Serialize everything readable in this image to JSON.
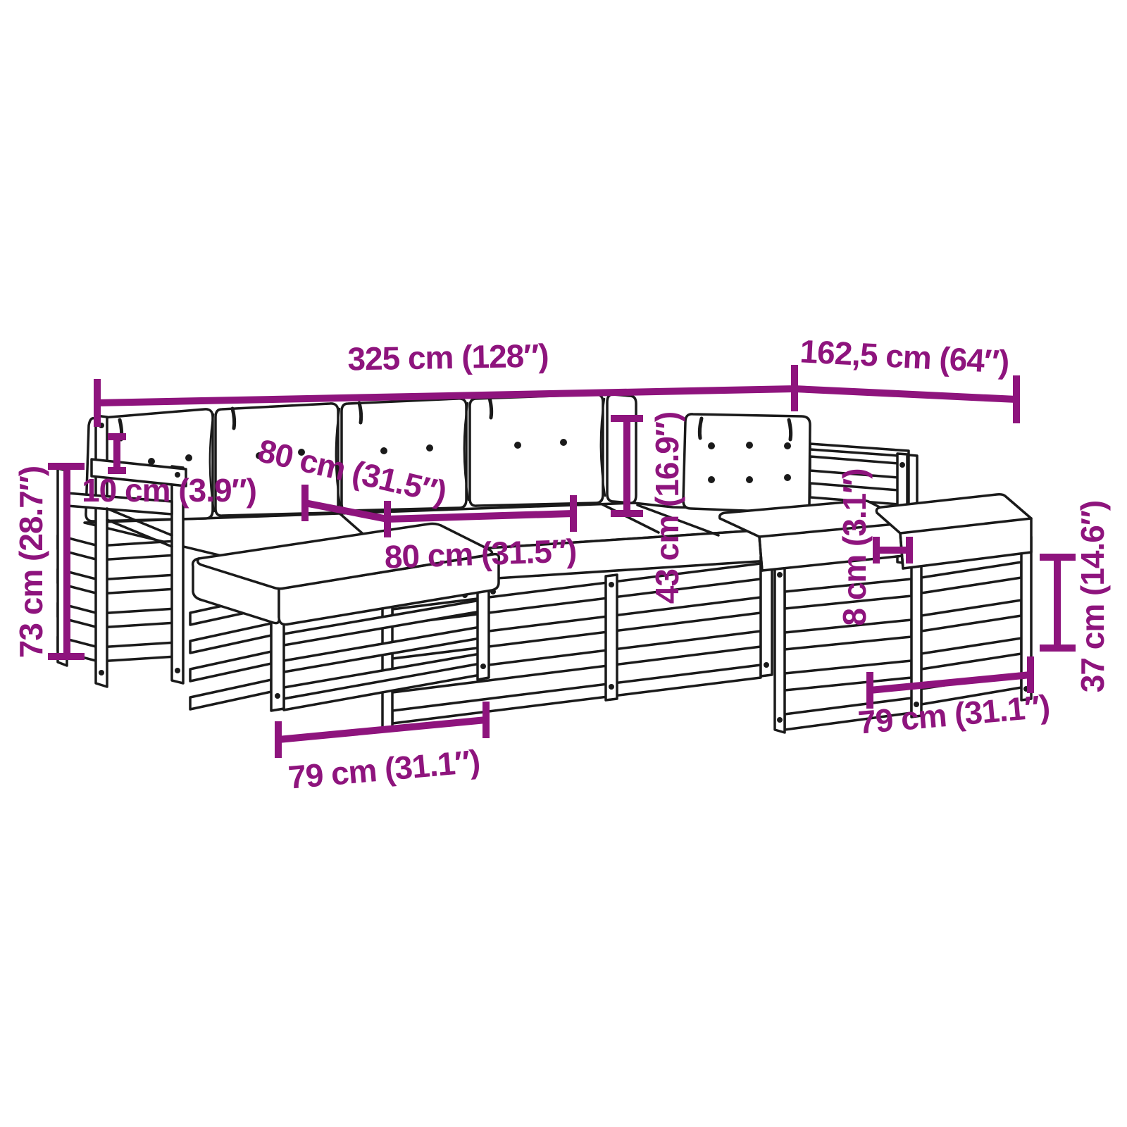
{
  "diagram": {
    "description": "Dimension diagram of a modular wooden garden sofa set with cushions (corner sofa with ottomans)",
    "accent_color": "#8E147D",
    "outline_color": "#1a1a1a",
    "labels": {
      "total_width": "325 cm (128″)",
      "wing_depth": "162,5 cm (64″)",
      "total_height": "73 cm (28.7″)",
      "back_cushion_thickness": "10 cm (3.9″)",
      "back_module_width": "80 cm (31.5″)",
      "seat_module_width": "80 cm (31.5″)",
      "backrest_height": "43 cm (16.9″)",
      "seat_cushion_thickness": "8 cm (3.1″)",
      "ottoman_height": "37 cm (14.6″)",
      "ottoman_width_left": "79 cm (31.1″)",
      "ottoman_width_right": "79 cm (31.1″)"
    }
  }
}
